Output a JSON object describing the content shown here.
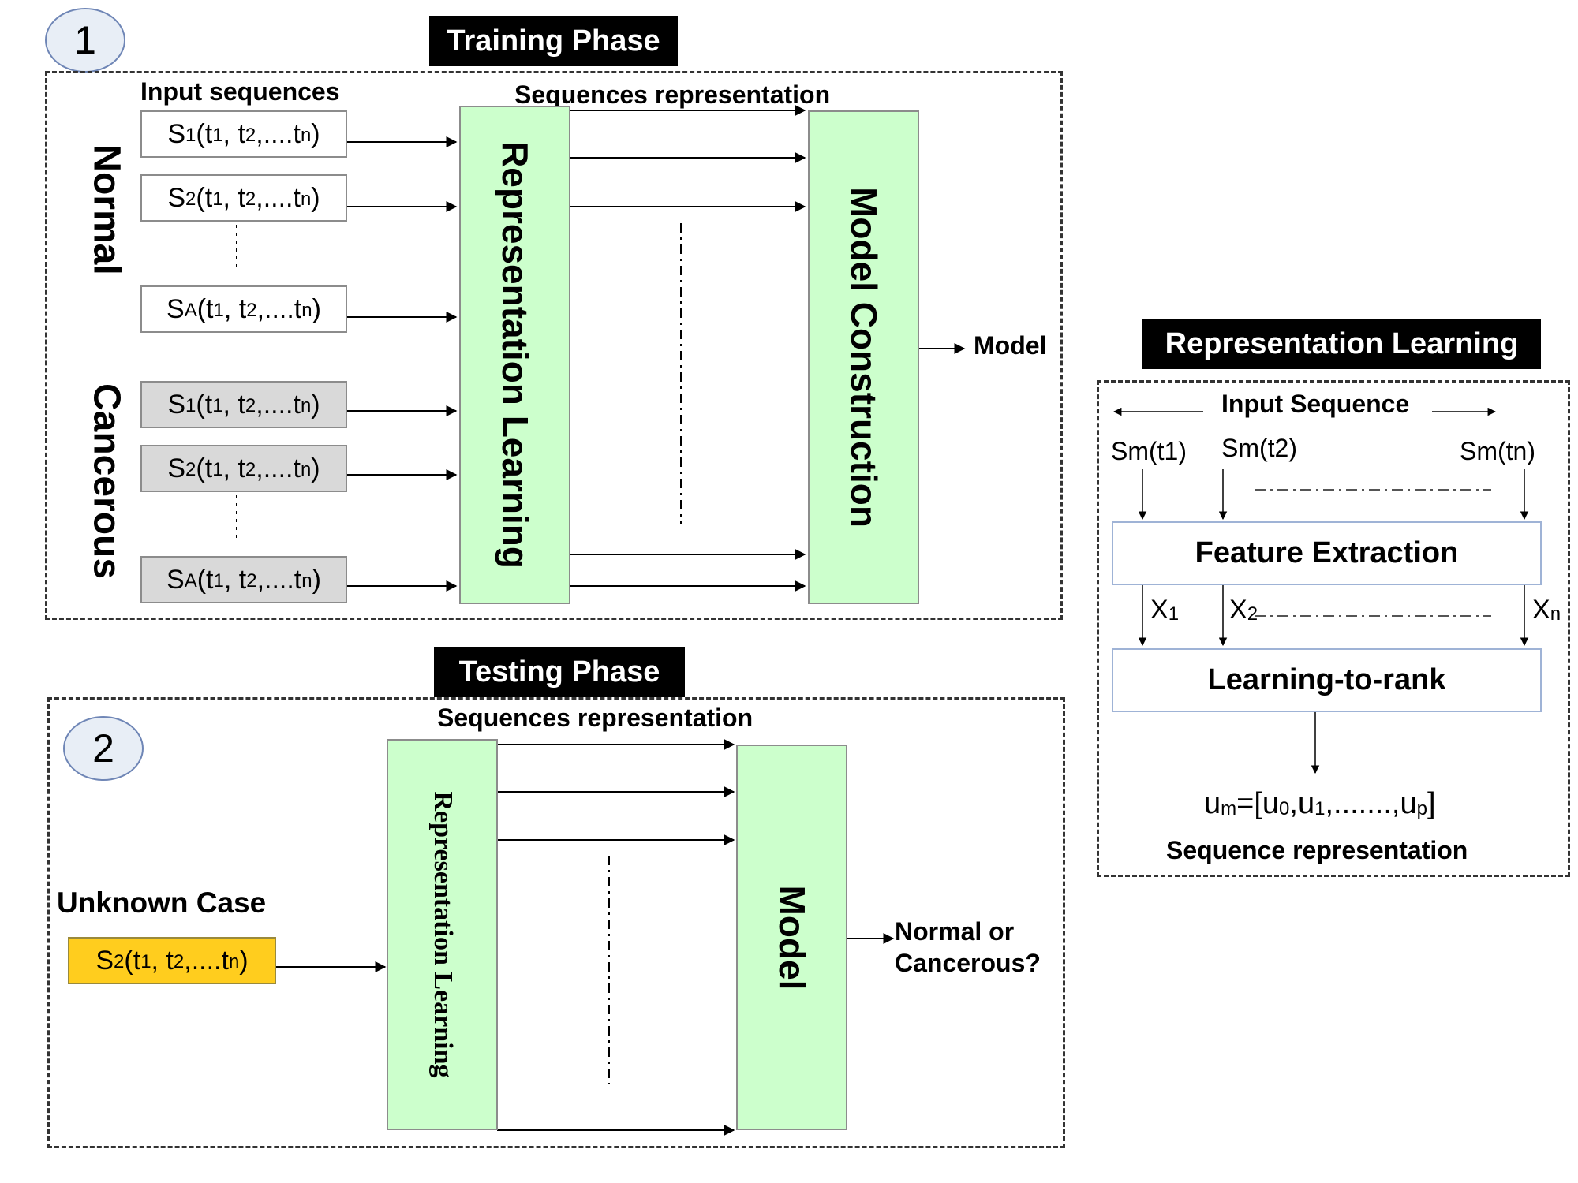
{
  "training": {
    "number": "1",
    "title": "Training Phase",
    "input_sequences_label": "Input sequences",
    "sequences_representation_label": "Sequences representation",
    "normal_label": "Normal",
    "cancerous_label": "Cancerous",
    "sequences_normal": [
      {
        "prefix": "S",
        "sub": "1",
        "rest": "(t",
        "t1sub": "1",
        "mid": ", t",
        "t2sub": "2",
        "end": ",....t",
        "tnsub": "n",
        "close": ")"
      },
      {
        "prefix": "S",
        "sub": "2",
        "rest": "(t",
        "t1sub": "1",
        "mid": ", t",
        "t2sub": "2",
        "end": ",....t",
        "tnsub": "n",
        "close": ")"
      },
      {
        "prefix": "S",
        "sub": "A",
        "rest": "(t",
        "t1sub": "1",
        "mid": ", t",
        "t2sub": "2",
        "end": ",....t",
        "tnsub": "n",
        "close": ")"
      }
    ],
    "sequences_cancer": [
      {
        "prefix": "S",
        "sub": "1",
        "rest": "(t",
        "t1sub": "1",
        "mid": ", t",
        "t2sub": "2",
        "end": ",....t",
        "tnsub": "n",
        "close": ")"
      },
      {
        "prefix": "S",
        "sub": "2",
        "rest": "(t",
        "t1sub": "1",
        "mid": ", t",
        "t2sub": "2",
        "end": ",....t",
        "tnsub": "n",
        "close": ")"
      },
      {
        "prefix": "S",
        "sub": "A",
        "rest": "(t",
        "t1sub": "1",
        "mid": ", t",
        "t2sub": "2",
        "end": ",....t",
        "tnsub": "n",
        "close": ")"
      }
    ],
    "representation_learning_label": "Representation Learning",
    "model_construction_label": "Model Construction",
    "model_output_label": "Model"
  },
  "testing": {
    "number": "2",
    "title": "Testing Phase",
    "sequences_representation_label": "Sequences representation",
    "unknown_case_label": "Unknown Case",
    "unknown_sequence": {
      "prefix": "S",
      "sub": "2",
      "rest": "(t",
      "t1sub": "1",
      "mid": ", t",
      "t2sub": "2",
      "end": ",....t",
      "tnsub": "n",
      "close": ")"
    },
    "representation_learning_label": "Representation Learning",
    "model_label": "Model",
    "output_line1": "Normal or",
    "output_line2": "Cancerous?"
  },
  "rep_learning": {
    "title": "Representation Learning",
    "input_sequence_label": "Input Sequence",
    "sm_t1": "Sm(t1)",
    "sm_t2": "Sm(t2)",
    "sm_tn": "Sm(tn)",
    "feature_extraction_label": "Feature Extraction",
    "x1": {
      "base": "X",
      "sub": "1"
    },
    "x2": {
      "base": "X",
      "sub": "2"
    },
    "xn": {
      "base": "X",
      "sub": "n"
    },
    "learning_to_rank_label": "Learning-to-rank",
    "output_formula": {
      "u": "u",
      "m": "m",
      "eq": "=[u",
      "s0": "0",
      "c1": ",u",
      "s1": "1",
      "dots": ",.......,u",
      "sp": "p",
      "close": "]"
    },
    "sequence_representation_label": "Sequence representation"
  },
  "colors": {
    "green_block": "#ccffcc",
    "unknown_block": "#ffcd1e",
    "cancer_block": "#d9d9d9",
    "title_bg": "#000000",
    "circle_fill": "#e8eef6",
    "box_border_blue": "#9fb3d6"
  }
}
